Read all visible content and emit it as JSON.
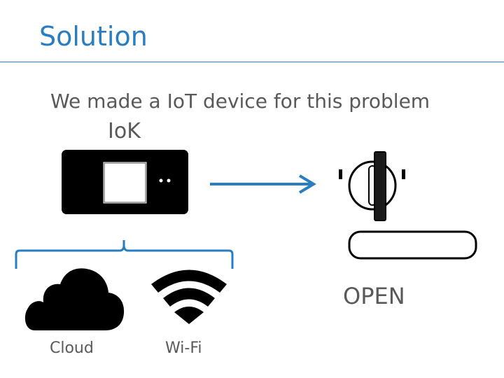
{
  "slide": {
    "title": "Solution",
    "subtitle": "We made a IoT device for this problem",
    "device_label": "IoK",
    "lock_state_label": "OPEN",
    "connectivity": {
      "cloud_label": "Cloud",
      "wifi_label": "Wi-Fi"
    }
  },
  "colors": {
    "accent": "#2a7dbf",
    "text": "#595959",
    "device": "#000000"
  },
  "icons": [
    "iok-device-icon",
    "arrow-right-icon",
    "door-lock-icon",
    "door-handle-icon",
    "brace-icon",
    "cloud-icon",
    "wifi-icon"
  ]
}
